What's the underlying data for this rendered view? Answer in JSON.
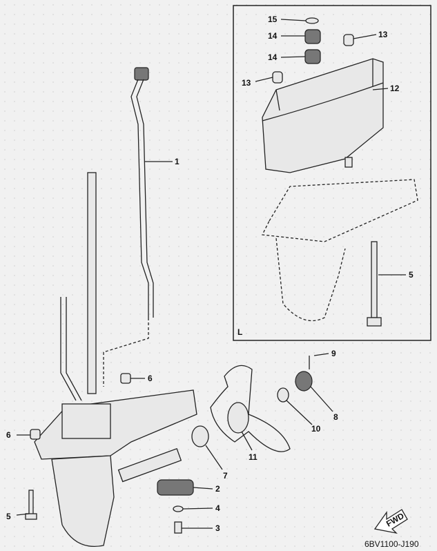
{
  "diagram": {
    "inset_label": "L",
    "fwd_label": "FWD",
    "part_code": "6BV1100-J190",
    "callouts": {
      "c15": "15",
      "c14a": "14",
      "c14b": "14",
      "c13a": "13",
      "c13b": "13",
      "c12": "12",
      "c5inset": "5",
      "c1": "1",
      "c6a": "6",
      "c6b": "6",
      "c9": "9",
      "c8": "8",
      "c10": "10",
      "c11": "11",
      "c7": "7",
      "c2": "2",
      "c4": "4",
      "c3": "3",
      "c5": "5"
    }
  }
}
